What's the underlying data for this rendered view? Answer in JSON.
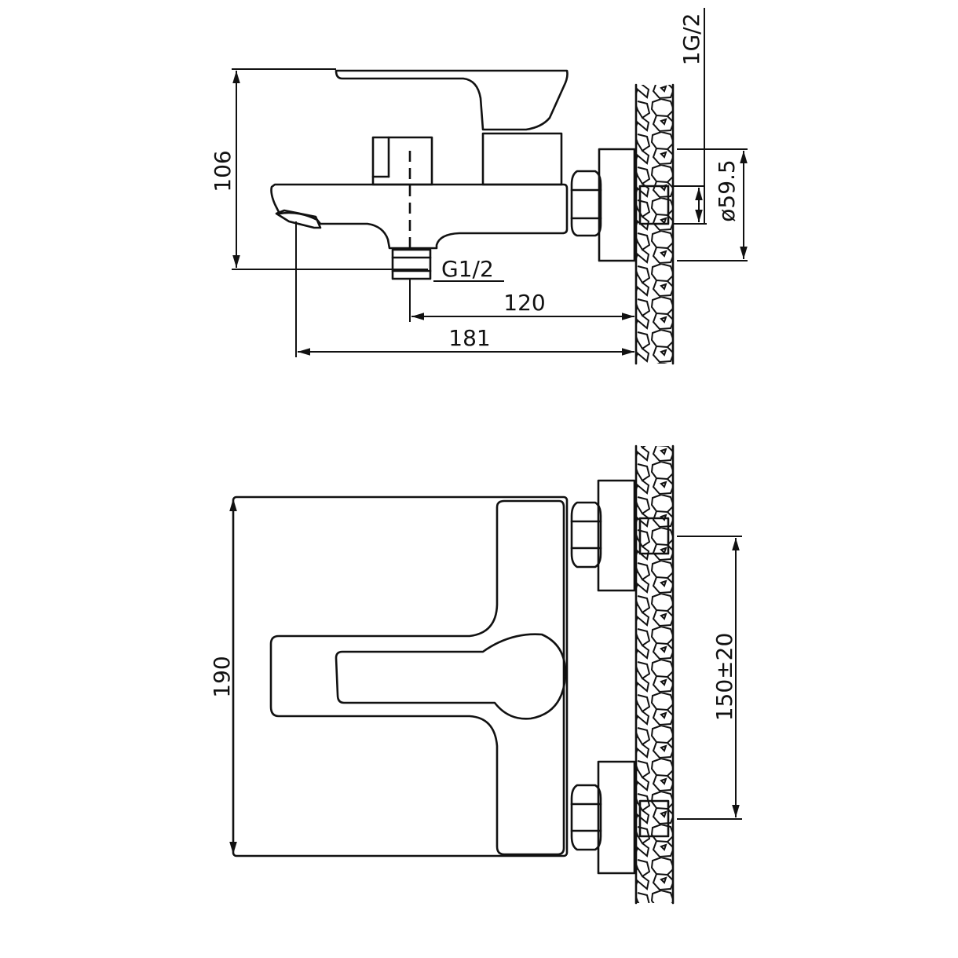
{
  "drawing": {
    "side_view": {
      "height_dim": "106",
      "inlet_thread": "1G/2",
      "flange_diameter": "ø59.5",
      "outlet_thread": "G1/2",
      "outlet_distance": "120",
      "spout_distance": "181"
    },
    "front_view": {
      "height_dim": "190",
      "center_distance": "150±20"
    }
  },
  "colors": {
    "line": "#111111",
    "background": "#ffffff"
  }
}
